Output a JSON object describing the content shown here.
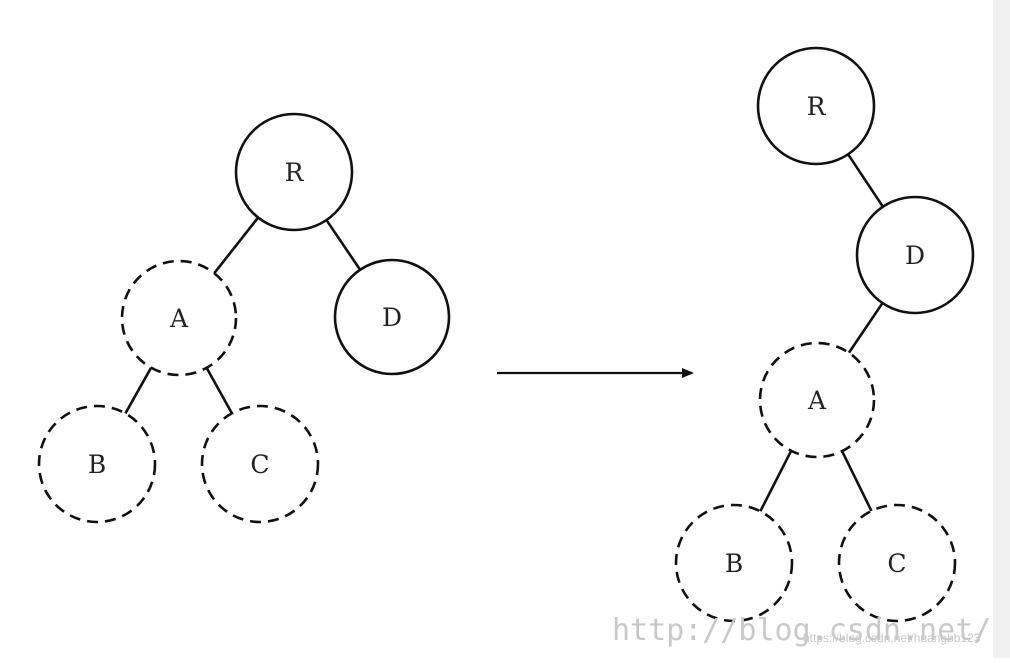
{
  "diagram": {
    "before_tree": {
      "nodes": [
        {
          "id": "R",
          "label": "R",
          "style": "solid"
        },
        {
          "id": "A",
          "label": "A",
          "style": "dashed"
        },
        {
          "id": "D",
          "label": "D",
          "style": "solid"
        },
        {
          "id": "B",
          "label": "B",
          "style": "dashed"
        },
        {
          "id": "C",
          "label": "C",
          "style": "dashed"
        }
      ],
      "edges": [
        [
          "R",
          "A"
        ],
        [
          "R",
          "D"
        ],
        [
          "A",
          "B"
        ],
        [
          "A",
          "C"
        ]
      ]
    },
    "after_tree": {
      "nodes": [
        {
          "id": "R",
          "label": "R",
          "style": "solid"
        },
        {
          "id": "D",
          "label": "D",
          "style": "solid"
        },
        {
          "id": "A",
          "label": "A",
          "style": "dashed"
        },
        {
          "id": "B",
          "label": "B",
          "style": "dashed"
        },
        {
          "id": "C",
          "label": "C",
          "style": "dashed"
        }
      ],
      "edges": [
        [
          "R",
          "D"
        ],
        [
          "D",
          "A"
        ],
        [
          "A",
          "B"
        ],
        [
          "A",
          "C"
        ]
      ]
    },
    "transform_arrow": "right"
  },
  "watermark": {
    "line1": "http://blog.csdn.net/qq",
    "line2": "https://blog.csdn.net/huangbb123"
  }
}
